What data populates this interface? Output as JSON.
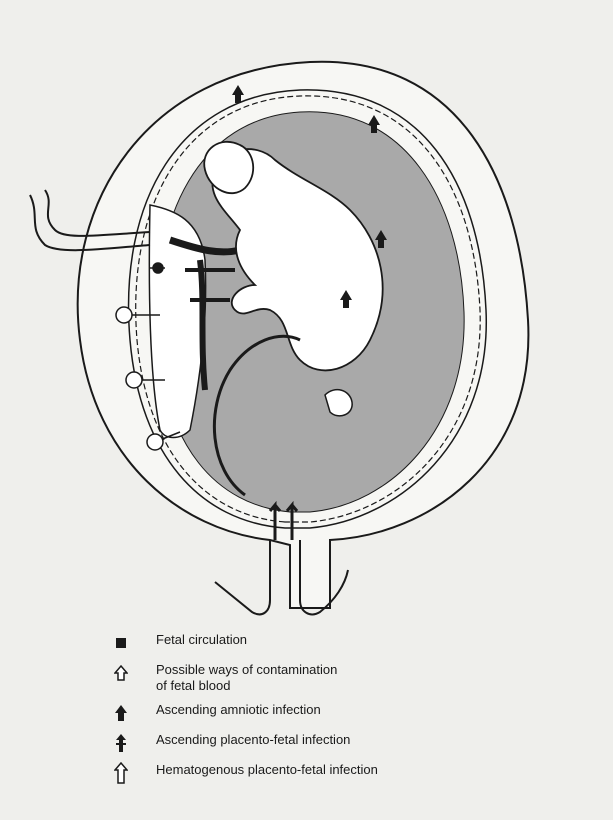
{
  "legend": {
    "items": [
      {
        "icon": "filled-square-icon",
        "label": "Fetal circulation"
      },
      {
        "icon": "outline-up-arrow-icon",
        "label": "Possible ways of contamination\nof fetal blood"
      },
      {
        "icon": "filled-up-arrow-icon",
        "label": "Ascending amniotic infection"
      },
      {
        "icon": "filled-barred-up-arrow-icon",
        "label": "Ascending placento-fetal infection"
      },
      {
        "icon": "outline-long-up-arrow-icon",
        "label": "Hematogenous placento-fetal infection"
      }
    ]
  },
  "colors": {
    "background": "#efefec",
    "amniotic_fluid": "#a9a9a9",
    "ink": "#1a1a1a",
    "fetus": "#ffffff"
  }
}
